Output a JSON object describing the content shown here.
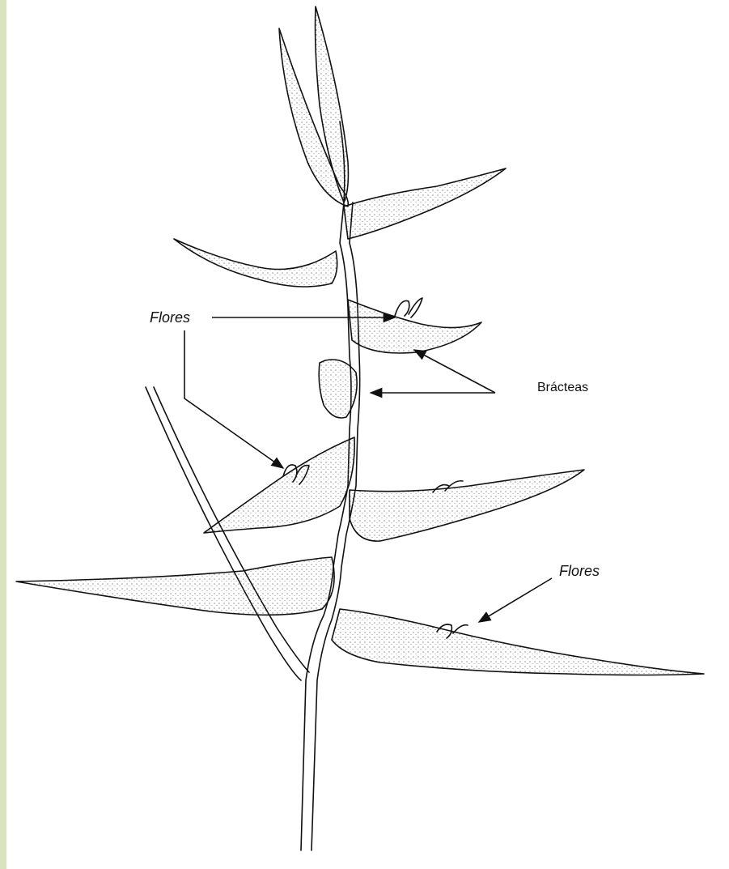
{
  "labels": {
    "flowers_top": "Flores",
    "bracts": "Brácteas",
    "flowers_bottom": "Flores"
  },
  "colors": {
    "border": "#d9e4bf",
    "background": "#ffffff",
    "ink": "#111111",
    "shading": "#6b6b6b"
  }
}
